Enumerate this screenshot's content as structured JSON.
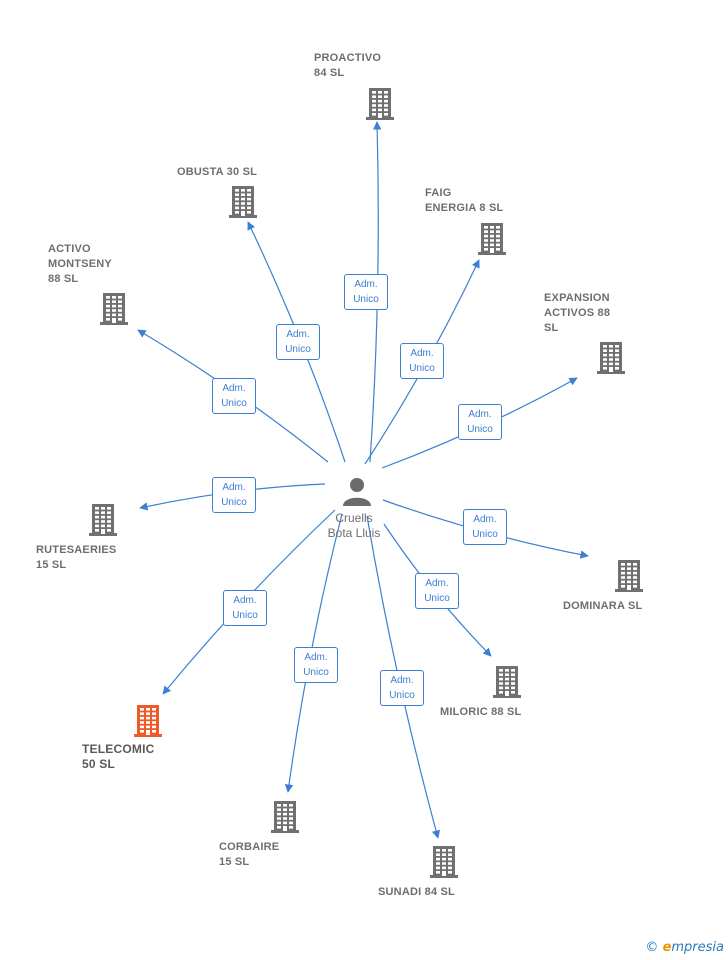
{
  "colors": {
    "edge": "#3c7fd3",
    "company_icon": "#707070",
    "highlight_icon": "#f05a28",
    "person_icon": "#6b6b6b",
    "label": "#6e6e6e"
  },
  "person": {
    "name": "Cruells\nBota Lluis",
    "icon": "person-icon"
  },
  "companies": [
    {
      "id": "proactivo",
      "name": "PROACTIVO\n84  SL",
      "highlight": false
    },
    {
      "id": "obusta",
      "name": "OBUSTA 30  SL",
      "highlight": false
    },
    {
      "id": "faig",
      "name": "FAIG\nENERGIA 8  SL",
      "highlight": false
    },
    {
      "id": "activo-montseny",
      "name": "ACTIVO\nMONTSENY\n88  SL",
      "highlight": false
    },
    {
      "id": "expansion",
      "name": "EXPANSION\nACTIVOS 88\nSL",
      "highlight": false
    },
    {
      "id": "rutesaeries",
      "name": "RUTESAERIES\n15  SL",
      "highlight": false
    },
    {
      "id": "dominara",
      "name": "DOMINARA  SL",
      "highlight": false
    },
    {
      "id": "telecomic",
      "name": "TELECOMIC\n50  SL",
      "highlight": true
    },
    {
      "id": "miloric",
      "name": "MILORIC 88  SL",
      "highlight": false
    },
    {
      "id": "corbaire",
      "name": "CORBAIRE\n15  SL",
      "highlight": false
    },
    {
      "id": "sunadi",
      "name": "SUNADI 84  SL",
      "highlight": false
    }
  ],
  "relations": [
    {
      "to": "proactivo",
      "label": "Adm.\nUnico"
    },
    {
      "to": "obusta",
      "label": "Adm.\nUnico"
    },
    {
      "to": "faig",
      "label": "Adm.\nUnico"
    },
    {
      "to": "activo-montseny",
      "label": "Adm.\nUnico"
    },
    {
      "to": "expansion",
      "label": "Adm.\nUnico"
    },
    {
      "to": "rutesaeries",
      "label": "Adm.\nUnico"
    },
    {
      "to": "dominara",
      "label": "Adm.\nUnico"
    },
    {
      "to": "telecomic",
      "label": "Adm.\nUnico"
    },
    {
      "to": "miloric",
      "label": "Adm.\nUnico"
    },
    {
      "to": "corbaire",
      "label": "Adm.\nUnico"
    },
    {
      "to": "sunadi",
      "label": "Adm.\nUnico"
    }
  ],
  "brand": {
    "copyright": "©",
    "e": "e",
    "rest": "mpresia"
  }
}
